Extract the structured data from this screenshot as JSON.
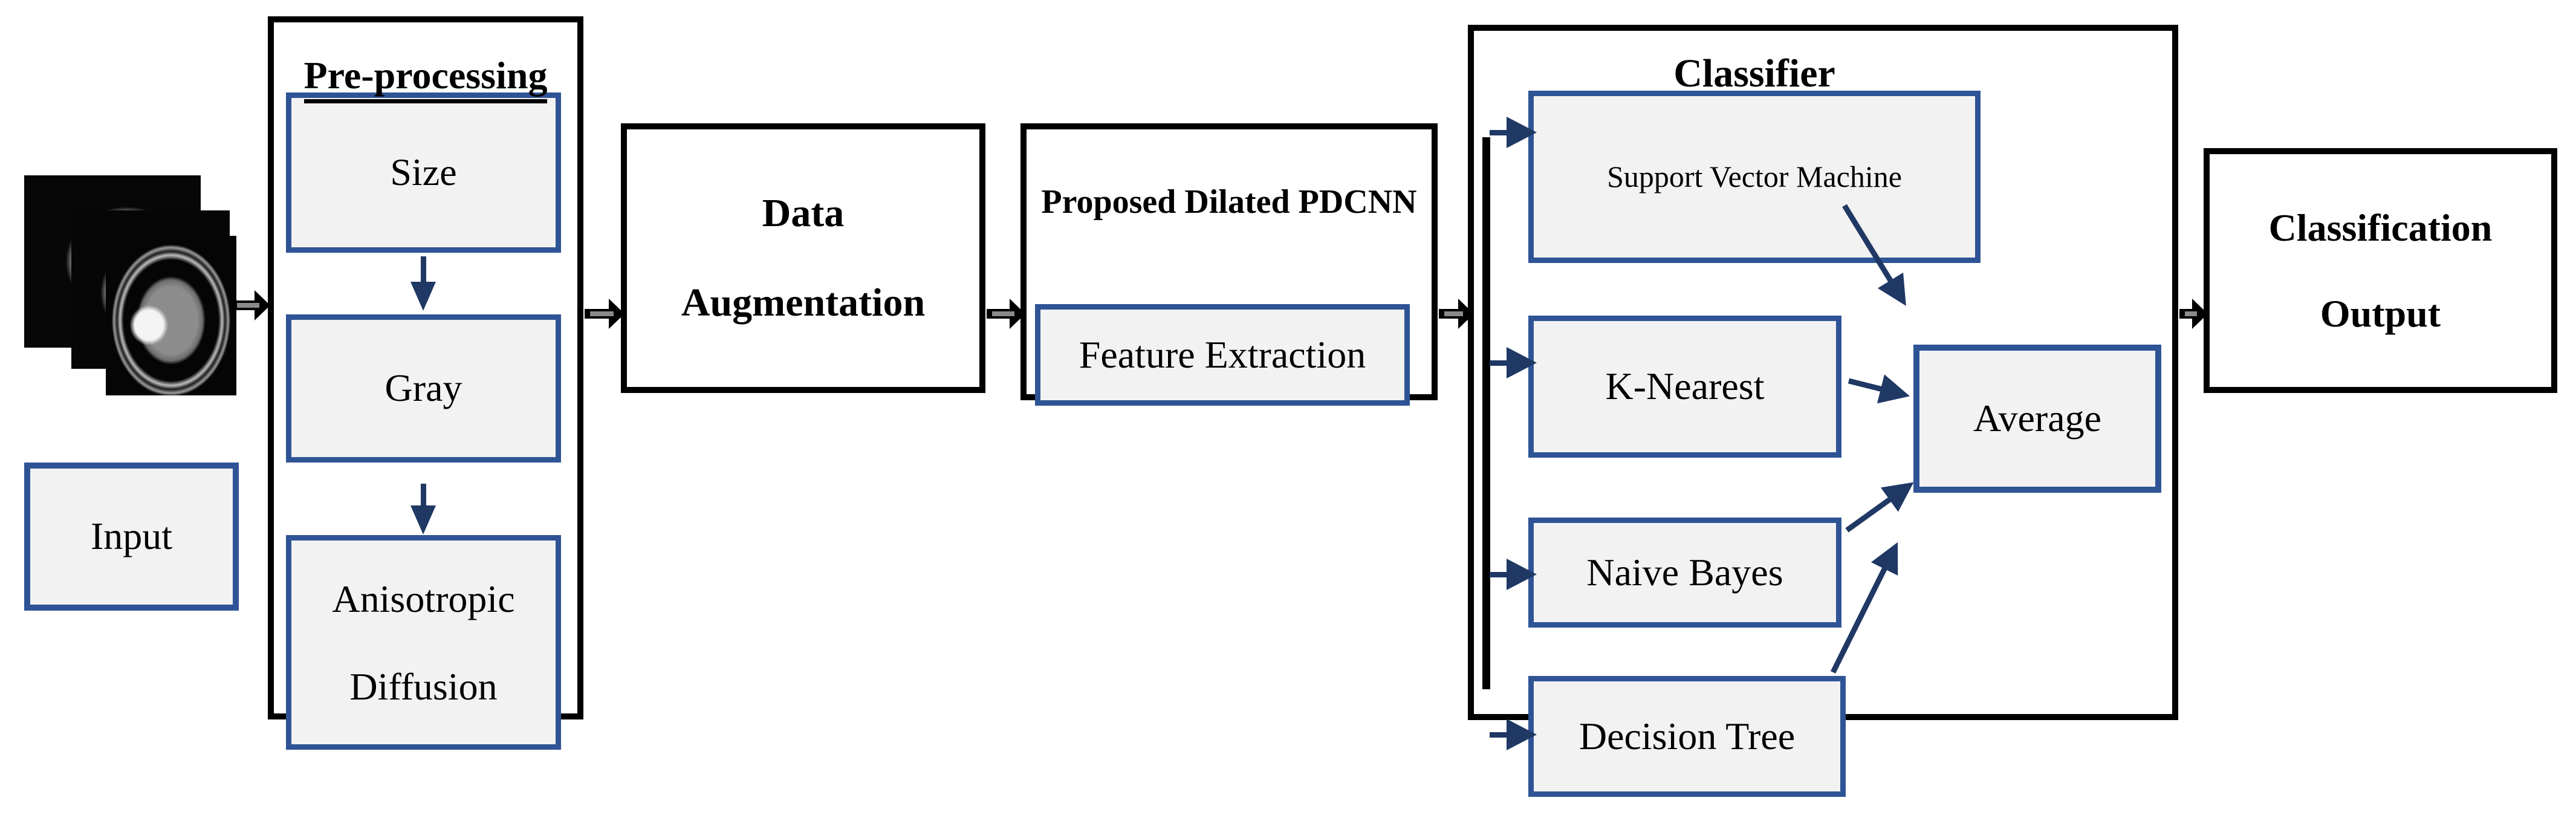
{
  "colors": {
    "box_border_blue": "#2f5496",
    "box_fill_gray": "#f2f2f2",
    "arrow_navy": "#1f3864",
    "diagram_black": "#000000",
    "pipe_arrow_gray": "#8a8a8a"
  },
  "icons": {
    "mri_stack": "brain-mri-image-stack"
  },
  "nodes": {
    "input": "Input",
    "preprocessing_title": "Pre-processing",
    "size": "Size",
    "gray": "Gray",
    "anisotropic_line1": "Anisotropic",
    "anisotropic_line2": "Diffusion",
    "data_augmentation_line1": "Data",
    "data_augmentation_line2": "Augmentation",
    "pdcnn_title": "Proposed Dilated PDCNN",
    "feature_extraction": "Feature Extraction",
    "classifier_title": "Classifier",
    "svm": "Support Vector Machine",
    "knn": "K-Nearest",
    "naive_bayes": "Naive Bayes",
    "decision_tree": "Decision Tree",
    "average": "Average",
    "output_line1": "Classification",
    "output_line2": "Output"
  },
  "edges": [
    "mri-input-images -> pre-processing",
    "size -> gray",
    "gray -> anisotropic-diffusion",
    "pre-processing -> data-augmentation",
    "data-augmentation -> proposed-dilated-pdcnn",
    "proposed-dilated-pdcnn -> classifier",
    "classifier-bus -> support-vector-machine",
    "classifier-bus -> k-nearest",
    "classifier-bus -> naive-bayes",
    "classifier-bus -> decision-tree",
    "support-vector-machine -> average",
    "k-nearest -> average",
    "naive-bayes -> average",
    "decision-tree -> average",
    "classifier -> classification-output"
  ]
}
